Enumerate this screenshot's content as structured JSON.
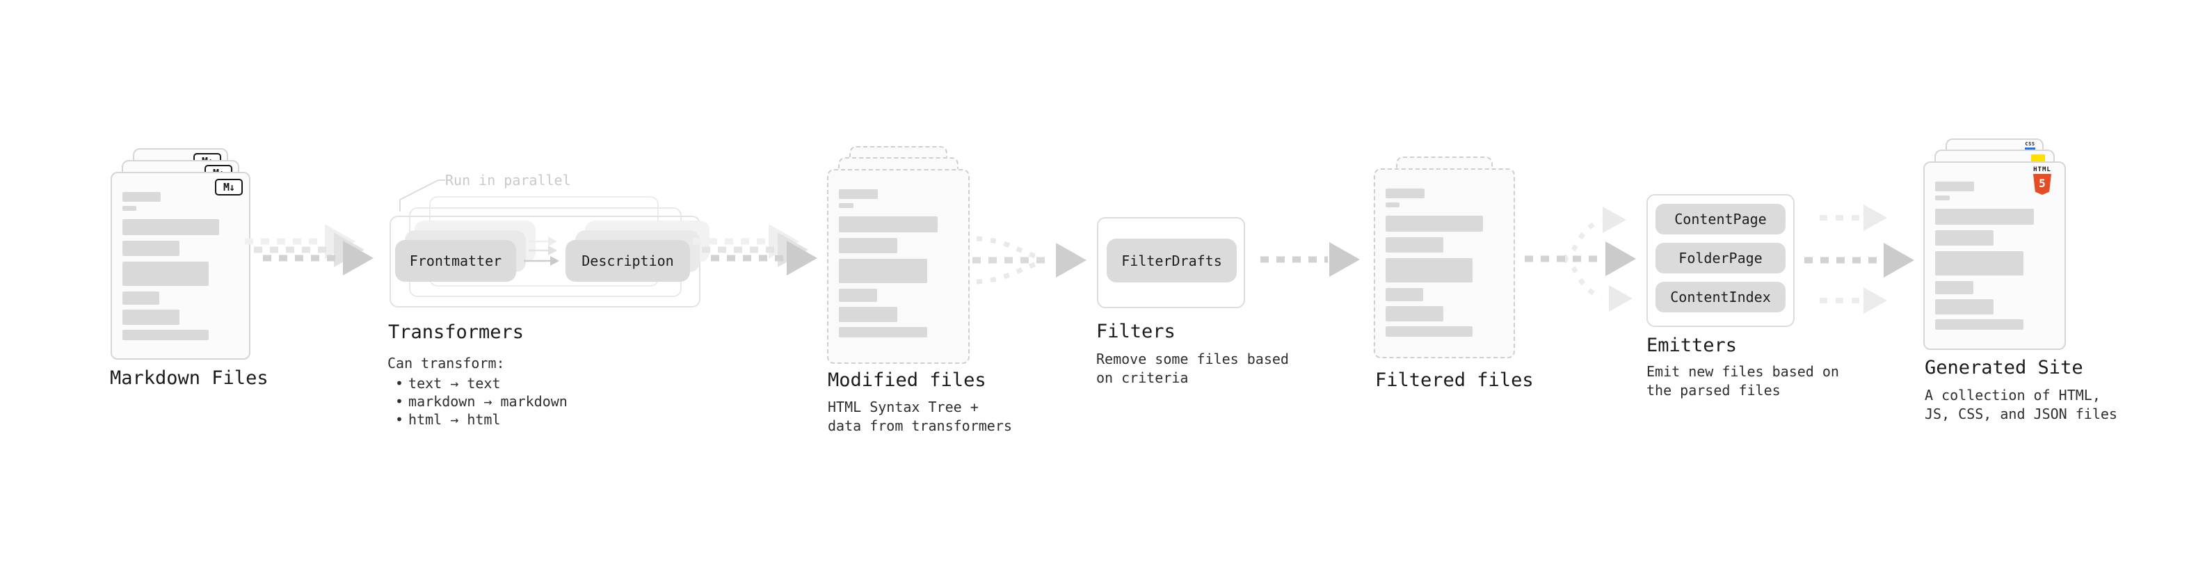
{
  "stages": {
    "markdown_files": {
      "label": "Markdown Files",
      "icon_glyph": "M↓"
    },
    "transformers": {
      "title": "Transformers",
      "annotation": "Run in parallel",
      "pills": [
        "Frontmatter",
        "Description"
      ],
      "caption": "Can transform:",
      "bullet_marker": "•",
      "bullets": [
        "text → text",
        "markdown → markdown",
        "html → html"
      ]
    },
    "modified_files": {
      "title": "Modified files",
      "caption": "HTML Syntax Tree +\ndata from transformers"
    },
    "filters": {
      "title": "Filters",
      "pills": [
        "FilterDrafts"
      ],
      "caption": "Remove some files based\non criteria"
    },
    "filtered_files": {
      "title": "Filtered files"
    },
    "emitters": {
      "title": "Emitters",
      "pills": [
        "ContentPage",
        "FolderPage",
        "ContentIndex"
      ],
      "caption": "Emit new files based on\nthe parsed files"
    },
    "generated_site": {
      "title": "Generated Site",
      "caption": "A collection of HTML,\nJS, CSS, and JSON files",
      "badges": {
        "html_word": "HTML",
        "html_number": "5",
        "css_word": "CSS"
      }
    }
  },
  "colors": {
    "html5_orange": "#e44d26",
    "js_yellow": "#ffdf00",
    "css_blue": "#1a73e8",
    "bar_gray": "#d9d9d9",
    "pill_gray": "#dbdbdb",
    "arrow_gray": "#d2d2d2",
    "annotation_gray": "#c9c9c9"
  }
}
